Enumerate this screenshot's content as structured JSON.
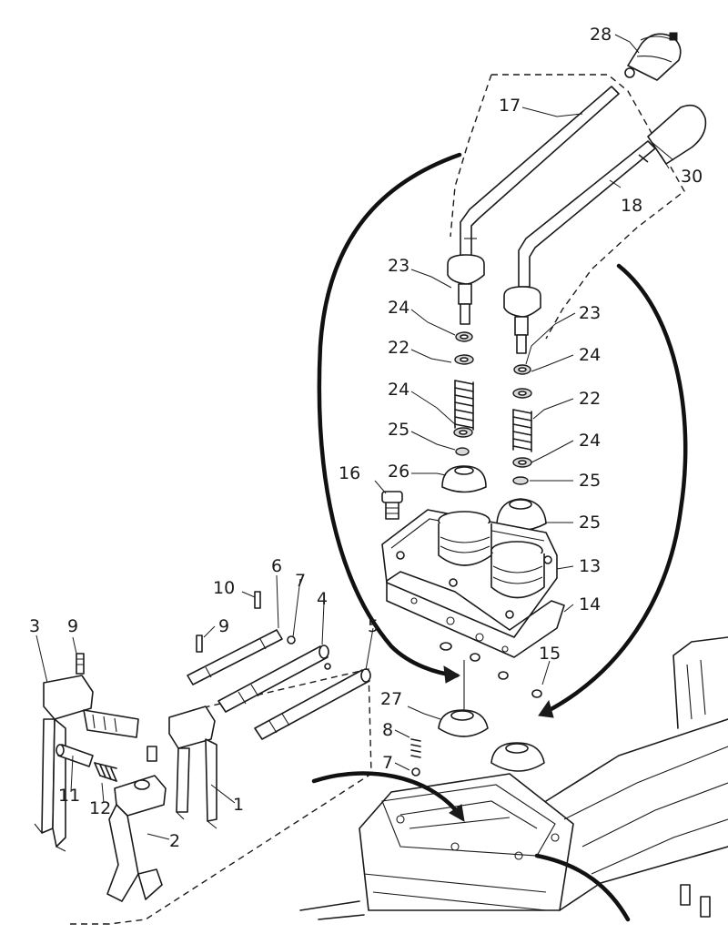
{
  "diagram": {
    "callouts": [
      {
        "id": "c28",
        "label": "28"
      },
      {
        "id": "c17",
        "label": "17"
      },
      {
        "id": "c30",
        "label": "30"
      },
      {
        "id": "c18",
        "label": "18"
      },
      {
        "id": "c23a",
        "label": "23"
      },
      {
        "id": "c24a",
        "label": "24"
      },
      {
        "id": "c23b",
        "label": "23"
      },
      {
        "id": "c22a",
        "label": "22"
      },
      {
        "id": "c24b",
        "label": "24"
      },
      {
        "id": "c24c",
        "label": "24"
      },
      {
        "id": "c22b",
        "label": "22"
      },
      {
        "id": "c25a",
        "label": "25"
      },
      {
        "id": "c24d",
        "label": "24"
      },
      {
        "id": "c16",
        "label": "16"
      },
      {
        "id": "c26",
        "label": "26"
      },
      {
        "id": "c25b",
        "label": "25"
      },
      {
        "id": "c25c",
        "label": "25"
      },
      {
        "id": "c13",
        "label": "13"
      },
      {
        "id": "c10",
        "label": "10"
      },
      {
        "id": "c6",
        "label": "6"
      },
      {
        "id": "c7a",
        "label": "7"
      },
      {
        "id": "c14",
        "label": "14"
      },
      {
        "id": "c4",
        "label": "4"
      },
      {
        "id": "c3",
        "label": "3"
      },
      {
        "id": "c9a",
        "label": "9"
      },
      {
        "id": "c9b",
        "label": "9"
      },
      {
        "id": "c5",
        "label": "5"
      },
      {
        "id": "c15",
        "label": "15"
      },
      {
        "id": "c27",
        "label": "27"
      },
      {
        "id": "c8",
        "label": "8"
      },
      {
        "id": "c7b",
        "label": "7"
      },
      {
        "id": "c11",
        "label": "11"
      },
      {
        "id": "c12",
        "label": "12"
      },
      {
        "id": "c1",
        "label": "1"
      },
      {
        "id": "c2",
        "label": "2"
      }
    ]
  }
}
